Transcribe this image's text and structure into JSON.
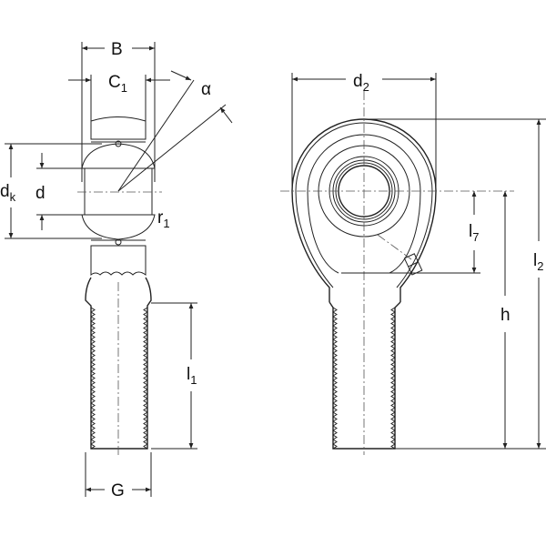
{
  "labels": {
    "B": "B",
    "C1": {
      "base": "C",
      "sub": "1"
    },
    "alpha": "α",
    "dk": {
      "base": "d",
      "sub": "k"
    },
    "d": "d",
    "r1": {
      "base": "r",
      "sub": "1"
    },
    "l1": {
      "base": "l",
      "sub": "1"
    },
    "G": "G",
    "d2": {
      "base": "d",
      "sub": "2"
    },
    "l7": {
      "base": "l",
      "sub": "7"
    },
    "h": "h",
    "l2": {
      "base": "l",
      "sub": "2"
    }
  },
  "colors": {
    "part_fill": "#c5d0ec",
    "line": "#222222"
  }
}
